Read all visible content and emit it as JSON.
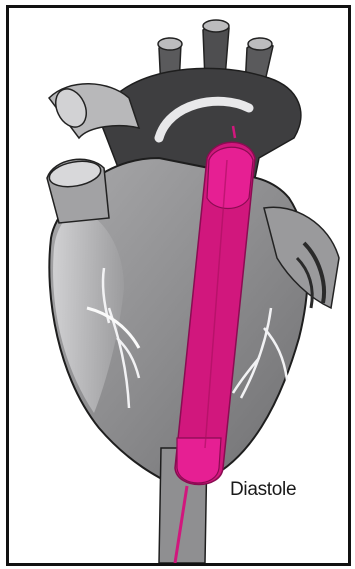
{
  "figure": {
    "phase_label": "Diastole",
    "colors": {
      "balloon": "#d1177d",
      "balloon_tip": "#e61f93",
      "heart_dark": "#3b3b3d",
      "heart_mid": "#8b8b8d",
      "heart_light": "#c9c9cb",
      "border": "#111111"
    },
    "icons": [
      "heart-illustration",
      "intra-aortic-balloon",
      "catheter-line"
    ]
  }
}
